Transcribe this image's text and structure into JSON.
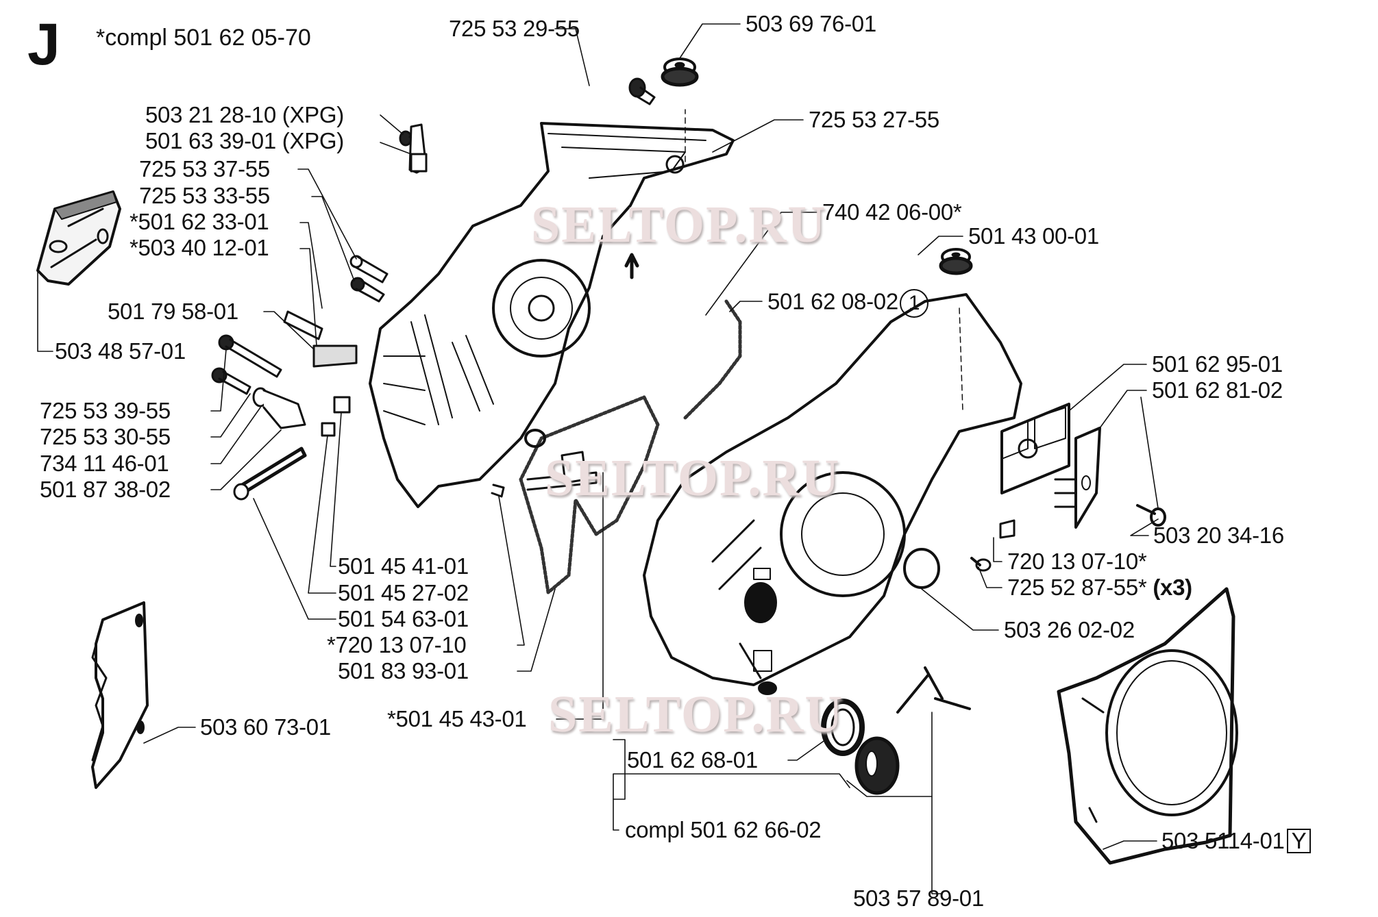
{
  "diagram": {
    "section_letter": "J",
    "kit_note": "*compl 501 62 05-70",
    "watermark": "SELTOP.RU",
    "colors": {
      "ink": "#111111",
      "watermark": "#ecdede",
      "background": "#ffffff"
    },
    "callout_circle": "1",
    "parts": [
      {
        "id": "p1",
        "number": "725 53 29-55"
      },
      {
        "id": "p2",
        "number": "503 69 76-01"
      },
      {
        "id": "p3",
        "number": "503 21 28-10 (XPG)"
      },
      {
        "id": "p4",
        "number": "501 63 39-01 (XPG)"
      },
      {
        "id": "p5",
        "number": "725 53 27-55"
      },
      {
        "id": "p6",
        "number": "725 53 37-55"
      },
      {
        "id": "p7",
        "number": "725 53 33-55"
      },
      {
        "id": "p8",
        "number": "*501 62 33-01"
      },
      {
        "id": "p9",
        "number": "*503 40 12-01"
      },
      {
        "id": "p10",
        "number": "740 42 06-00*"
      },
      {
        "id": "p11",
        "number": "501 43 00-01"
      },
      {
        "id": "p12",
        "number": "501 79 58-01"
      },
      {
        "id": "p13",
        "number": "501 62 08-02"
      },
      {
        "id": "p14",
        "number": "503 48 57-01"
      },
      {
        "id": "p15",
        "number": "501 62 95-01"
      },
      {
        "id": "p16",
        "number": "501 62 81-02"
      },
      {
        "id": "p17",
        "number": "725 53 39-55"
      },
      {
        "id": "p18",
        "number": "725 53 30-55"
      },
      {
        "id": "p19",
        "number": "734 11 46-01"
      },
      {
        "id": "p20",
        "number": "501 87 38-02"
      },
      {
        "id": "p21",
        "number": "503 20 34-16"
      },
      {
        "id": "p22",
        "number": "501 45 41-01"
      },
      {
        "id": "p23",
        "number": "501 45 27-02"
      },
      {
        "id": "p24",
        "number": "501 54 63-01"
      },
      {
        "id": "p25",
        "number": "*720 13 07-10"
      },
      {
        "id": "p26",
        "number": "501 83 93-01"
      },
      {
        "id": "p27",
        "number": "720 13 07-10*"
      },
      {
        "id": "p28",
        "number": "725 52 87-55*",
        "qty": "(x3)"
      },
      {
        "id": "p29",
        "number": "503 26 02-02"
      },
      {
        "id": "p30",
        "number": "503 60 73-01"
      },
      {
        "id": "p31",
        "number": "*501 45 43-01"
      },
      {
        "id": "p32",
        "number": "501 62 68-01"
      },
      {
        "id": "p33",
        "number": "compl 501 62 66-02"
      },
      {
        "id": "p34",
        "number": "503 5114-01",
        "variant": "Y"
      },
      {
        "id": "p35",
        "number": "503 57 89-01"
      }
    ]
  }
}
